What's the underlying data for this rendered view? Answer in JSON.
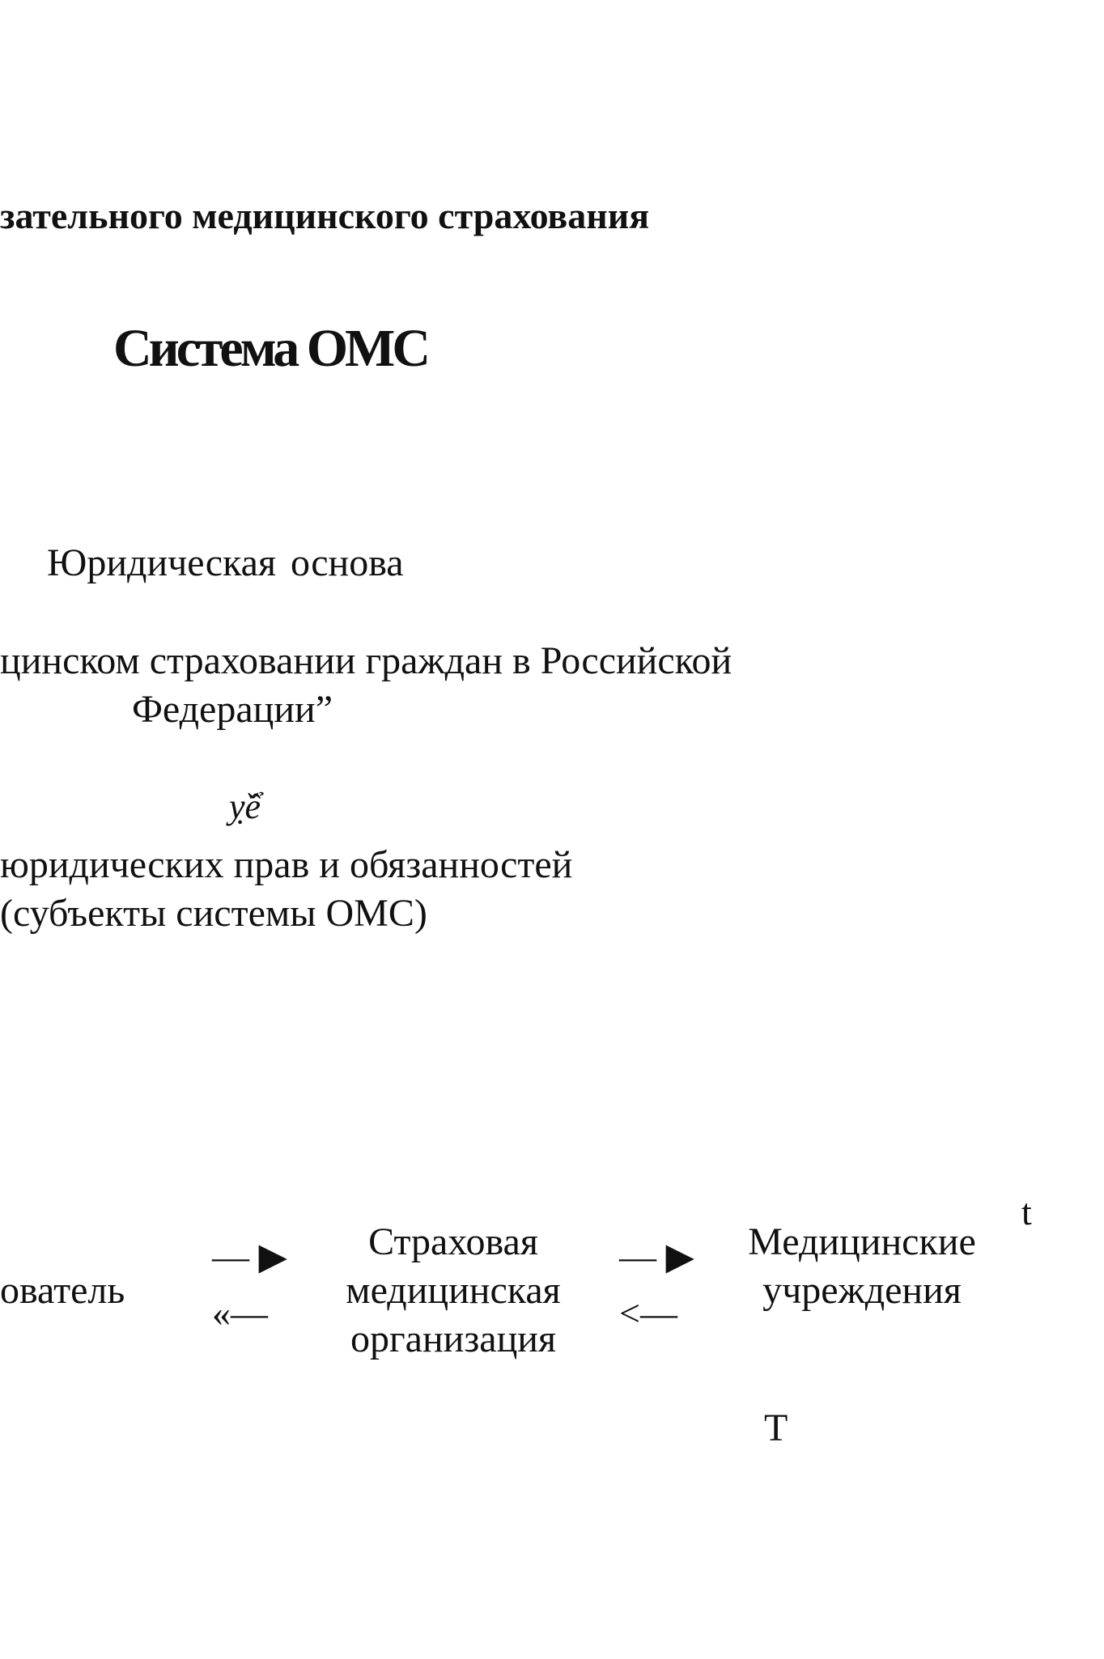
{
  "header": {
    "heading": "зательного медицинского страхования",
    "title": "Система ОМС"
  },
  "legal": {
    "label": "Юридическая основа",
    "law_line1": "цинском страховании граждан в Российской",
    "law_line2": "Федерации”",
    "symbol": "ỵ̌ể"
  },
  "rights": {
    "line1": "юридических прав и обязанностей",
    "line2": "(субъекты системы ОМС)"
  },
  "flow": {
    "insurer": "ователь",
    "insurance_org": [
      "Страховая",
      "медицинская",
      "организация"
    ],
    "medical": [
      "Медицинские",
      "учреждения"
    ],
    "arrow_right_1": "— ▶",
    "arrow_left_1": "«—",
    "arrow_right_2": "— ▶",
    "arrow_left_2": "<—",
    "mark_top": "t",
    "mark_bottom": "T"
  }
}
